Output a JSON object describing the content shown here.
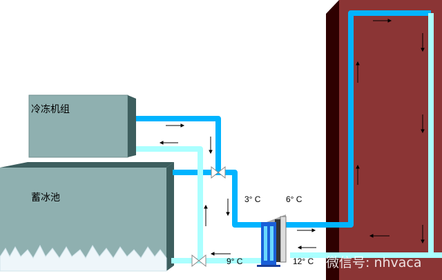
{
  "labels": {
    "chiller": "冷冻机组",
    "ice_tank": "蓄冰池"
  },
  "temperatures": {
    "t1": "3° C",
    "t2": "6° C",
    "t3": "9° C",
    "t4": "12° C"
  },
  "watermark": "微信号: nhvaca",
  "colors": {
    "cold_pipe": "#00b4ff",
    "return_pipe": "#aaffff",
    "building": "#8b3535",
    "equipment": "#8fb0b0"
  }
}
